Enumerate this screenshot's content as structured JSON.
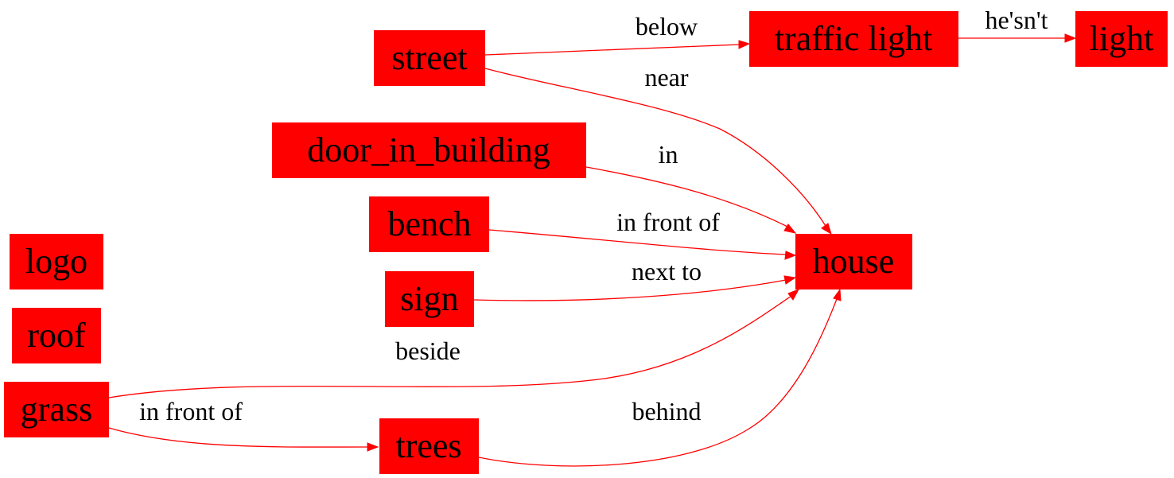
{
  "colors": {
    "node_fill": "#ff0000",
    "edge": "#ff0000",
    "text": "#000000"
  },
  "nodes": {
    "street": "street",
    "traffic_light": "traffic light",
    "light": "light",
    "door_in_building": "door_in_building",
    "bench": "bench",
    "house": "house",
    "sign": "sign",
    "logo": "logo",
    "roof": "roof",
    "grass": "grass",
    "trees": "trees"
  },
  "edges": [
    {
      "from": "street",
      "to": "traffic_light",
      "label": "below"
    },
    {
      "from": "traffic_light",
      "to": "light",
      "label": "he'sn't"
    },
    {
      "from": "street",
      "to": "house",
      "label": "near"
    },
    {
      "from": "door_in_building",
      "to": "house",
      "label": "in"
    },
    {
      "from": "bench",
      "to": "house",
      "label": "in front of"
    },
    {
      "from": "sign",
      "to": "house",
      "label": "next to"
    },
    {
      "from": "grass",
      "to": "house",
      "label": "beside"
    },
    {
      "from": "grass",
      "to": "trees",
      "label": "in front of"
    },
    {
      "from": "trees",
      "to": "house",
      "label": "behind"
    }
  ]
}
